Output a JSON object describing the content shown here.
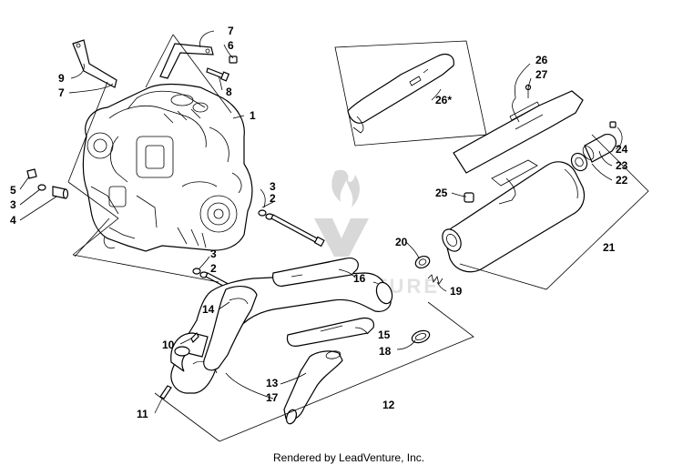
{
  "diagram": {
    "footer": "Rendered by LeadVenture, Inc.",
    "watermark": "LEADVENTURE",
    "callouts": [
      {
        "id": "c1",
        "text": "1"
      },
      {
        "id": "c2a",
        "text": "2"
      },
      {
        "id": "c2b",
        "text": "2"
      },
      {
        "id": "c3a",
        "text": "3"
      },
      {
        "id": "c3b",
        "text": "3"
      },
      {
        "id": "c3c",
        "text": "3"
      },
      {
        "id": "c4",
        "text": "4"
      },
      {
        "id": "c5",
        "text": "5"
      },
      {
        "id": "c6",
        "text": "6"
      },
      {
        "id": "c7a",
        "text": "7"
      },
      {
        "id": "c7b",
        "text": "7"
      },
      {
        "id": "c8",
        "text": "8"
      },
      {
        "id": "c9",
        "text": "9"
      },
      {
        "id": "c10",
        "text": "10"
      },
      {
        "id": "c11",
        "text": "11"
      },
      {
        "id": "c12",
        "text": "12"
      },
      {
        "id": "c13",
        "text": "13"
      },
      {
        "id": "c14",
        "text": "14"
      },
      {
        "id": "c15",
        "text": "15"
      },
      {
        "id": "c16",
        "text": "16"
      },
      {
        "id": "c17",
        "text": "17"
      },
      {
        "id": "c18",
        "text": "18"
      },
      {
        "id": "c19",
        "text": "19"
      },
      {
        "id": "c20",
        "text": "20"
      },
      {
        "id": "c21",
        "text": "21"
      },
      {
        "id": "c22",
        "text": "22"
      },
      {
        "id": "c23",
        "text": "23"
      },
      {
        "id": "c24",
        "text": "24"
      },
      {
        "id": "c25",
        "text": "25"
      },
      {
        "id": "c26a",
        "text": "26"
      },
      {
        "id": "c26b",
        "text": "26*"
      },
      {
        "id": "c27",
        "text": "27"
      }
    ]
  }
}
